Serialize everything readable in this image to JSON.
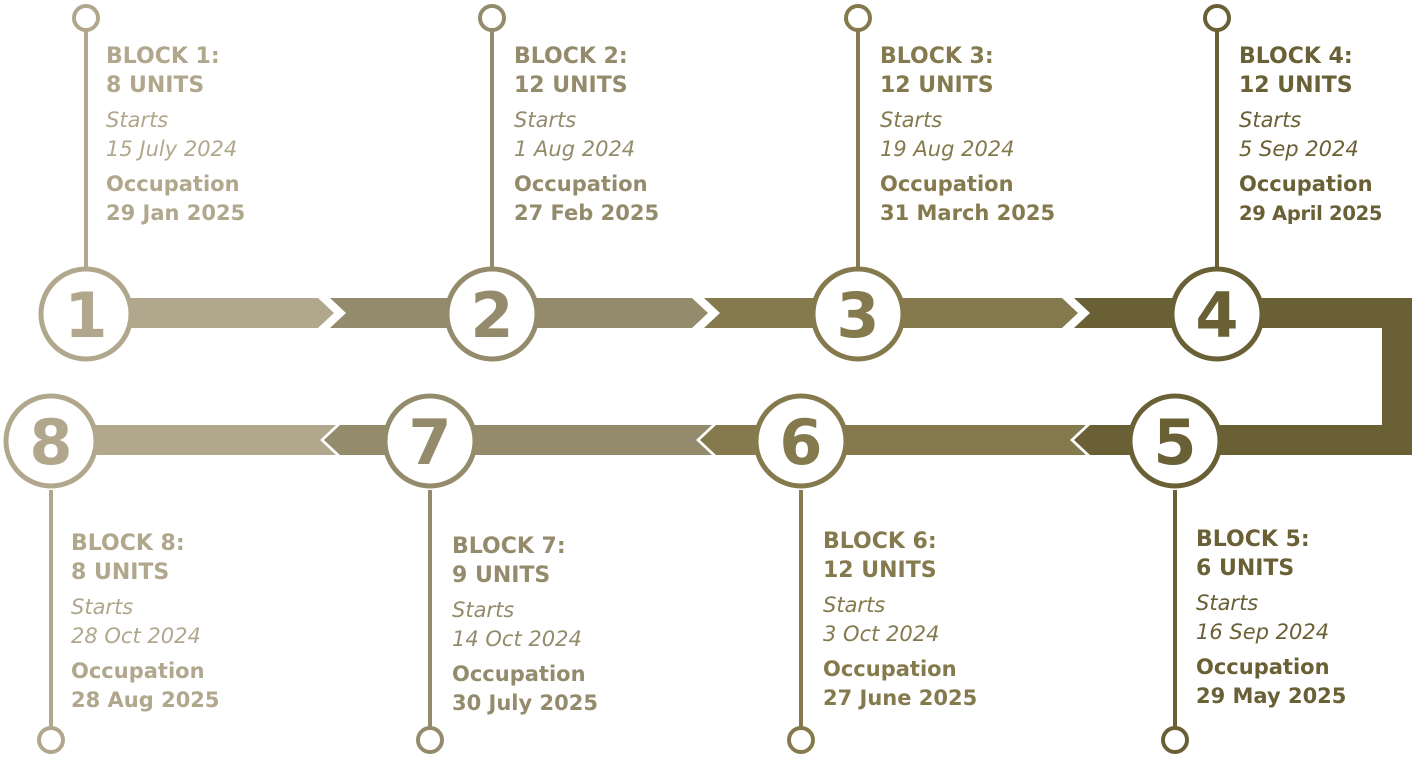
{
  "colors": {
    "c1": "#b0a78d",
    "c2": "#948b6c",
    "c3": "#857a4d",
    "c4": "#6a6035",
    "ring": "#ffffff"
  },
  "blocks": [
    {
      "number": "1",
      "title": "BLOCK 1:",
      "units": "8 UNITS",
      "starts_label": "Starts",
      "starts": "15 July 2024",
      "occupation_label": "Occupation",
      "occupation": "29 Jan 2025"
    },
    {
      "number": "2",
      "title": "BLOCK 2:",
      "units": "12 UNITS",
      "starts_label": "Starts",
      "starts": "1 Aug 2024",
      "occupation_label": "Occupation",
      "occupation": "27 Feb 2025"
    },
    {
      "number": "3",
      "title": "BLOCK 3:",
      "units": "12 UNITS",
      "starts_label": "Starts",
      "starts": "19 Aug 2024",
      "occupation_label": "Occupation",
      "occupation": "31 March 2025"
    },
    {
      "number": "4",
      "title": "BLOCK 4:",
      "units": "12 UNITS",
      "starts_label": "Starts",
      "starts": "5 Sep 2024",
      "occupation_label": "Occupation",
      "occupation": "29 April 2025"
    },
    {
      "number": "5",
      "title": "BLOCK 5:",
      "units": "6 UNITS",
      "starts_label": "Starts",
      "starts": "16 Sep 2024",
      "occupation_label": "Occupation",
      "occupation": "29 May 2025"
    },
    {
      "number": "6",
      "title": "BLOCK 6:",
      "units": "12 UNITS",
      "starts_label": "Starts",
      "starts": "3 Oct 2024",
      "occupation_label": "Occupation",
      "occupation": "27 June 2025"
    },
    {
      "number": "7",
      "title": "BLOCK 7:",
      "units": "9 UNITS",
      "starts_label": "Starts",
      "starts": "14 Oct 2024",
      "occupation_label": "Occupation",
      "occupation": "30 July 2025"
    },
    {
      "number": "8",
      "title": "BLOCK 8:",
      "units": "8 UNITS",
      "starts_label": "Starts",
      "starts": "28 Oct 2024",
      "occupation_label": "Occupation",
      "occupation": "28 Aug 2025"
    }
  ]
}
